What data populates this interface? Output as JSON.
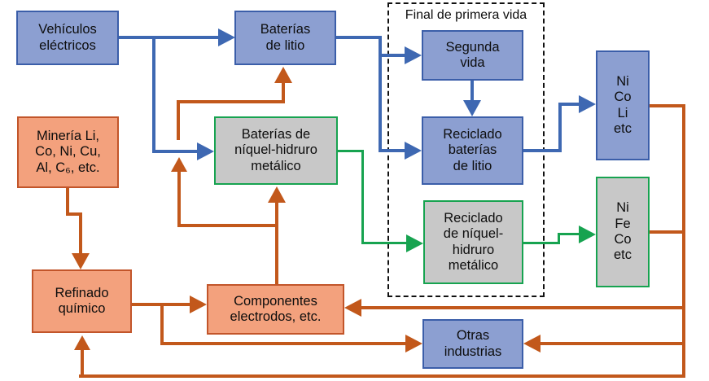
{
  "colors": {
    "box-blue": "#8C9FD1",
    "box-blue-border": "#3B5EA9",
    "box-salmon": "#F3A17D",
    "box-salmon-border": "#C2552A",
    "box-gray": "#C8C8C8",
    "arrow-blue": "#3E68B2",
    "arrow-orange": "#C2581B",
    "arrow-green": "#17A350",
    "frame-border": "#111111",
    "text": "#0D0D0D"
  },
  "frame": {
    "label": "Final de primera vida"
  },
  "nodes": {
    "vehiculos_electricos": {
      "label": "Vehículos\neléctricos"
    },
    "baterias_litio": {
      "label": "Baterías\nde litio"
    },
    "mineria": {
      "label": "Minería Li,\nCo, Ni, Cu,\nAl, C₆, etc."
    },
    "baterias_nimh": {
      "label": "Baterías de\nníquel-hidruro\nmetálico"
    },
    "segunda_vida": {
      "label": "Segunda\nvida"
    },
    "reciclado_litio": {
      "label": "Reciclado\nbaterías\nde litio"
    },
    "reciclado_nimh": {
      "label": "Reciclado\nde níquel-\nhidruro\nmetálico"
    },
    "ni_co_li": {
      "label": "Ni\nCo\nLi\netc"
    },
    "ni_fe_co": {
      "label": "Ni\nFe\nCo\netc"
    },
    "refinado_quimico": {
      "label": "Refinado\nquímico"
    },
    "componentes": {
      "label": "Componentes\nelectrodos, etc."
    },
    "otras_industrias": {
      "label": "Otras\nindustrias"
    }
  }
}
